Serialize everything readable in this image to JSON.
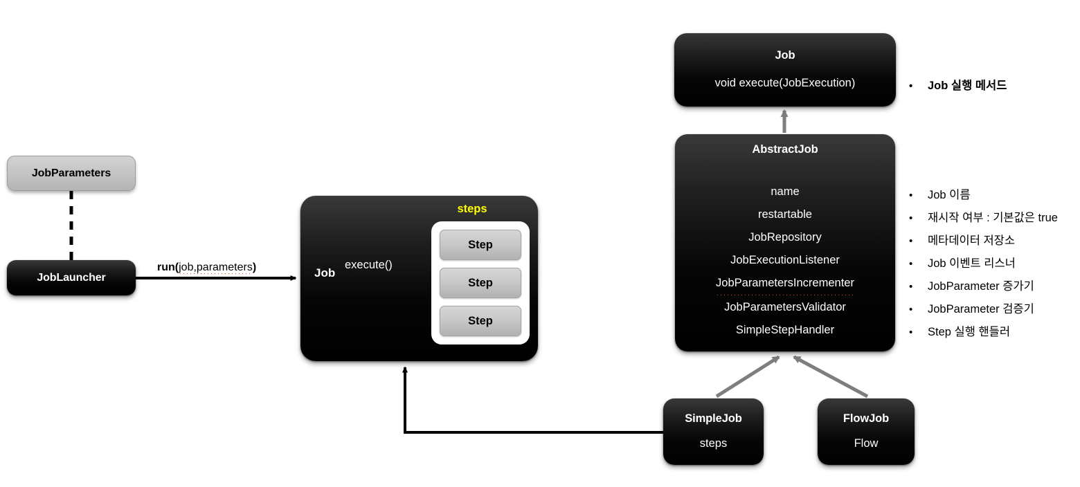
{
  "diagram": {
    "title": "Spring Batch Job architecture",
    "colors": {
      "dark_box": "#000000",
      "light_box": "#c6c6c6",
      "steps_label": "#ffff00",
      "inheritance_arrow": "#808080",
      "flow_arrow": "#000000",
      "spellcheck_underline": "#e04a20"
    }
  },
  "job_parameters": {
    "title": "JobParameters"
  },
  "job_launcher": {
    "title": "JobLauncher"
  },
  "run_edge": {
    "prefix": "run(",
    "args": "job,parameters",
    "suffix": ")"
  },
  "job_composite": {
    "label": "Job",
    "steps_label": "steps",
    "execute_label": "execute()",
    "steps": [
      "Step",
      "Step",
      "Step"
    ]
  },
  "job_interface": {
    "title": "Job",
    "method": "void execute(JobExecution)"
  },
  "abstract_job": {
    "title": "AbstractJob",
    "fields": [
      {
        "name": "name",
        "spellerror": false
      },
      {
        "name": "restartable",
        "spellerror": false
      },
      {
        "name": "JobRepository",
        "spellerror": false
      },
      {
        "name": "JobExecutionListener",
        "spellerror": false
      },
      {
        "name": "JobParametersIncrementer",
        "spellerror": true
      },
      {
        "name": "JobParametersValidator",
        "spellerror": false
      },
      {
        "name": "SimpleStepHandler",
        "spellerror": false
      }
    ]
  },
  "simple_job": {
    "title": "SimpleJob",
    "field": "steps"
  },
  "flow_job": {
    "title": "FlowJob",
    "field": "Flow"
  },
  "annotations": {
    "bullet": "•",
    "top": {
      "text": "Job 실행 메서드"
    },
    "fields": [
      {
        "text": "Job 이름"
      },
      {
        "text": "재시작 여부 : 기본값은 true"
      },
      {
        "text": "메타데이터 저장소"
      },
      {
        "text": "Job 이벤트 리스너"
      },
      {
        "text": "JobParameter  증가기"
      },
      {
        "text": "JobParameter  검증기"
      },
      {
        "text": "Step 실행 핸들러"
      }
    ]
  }
}
